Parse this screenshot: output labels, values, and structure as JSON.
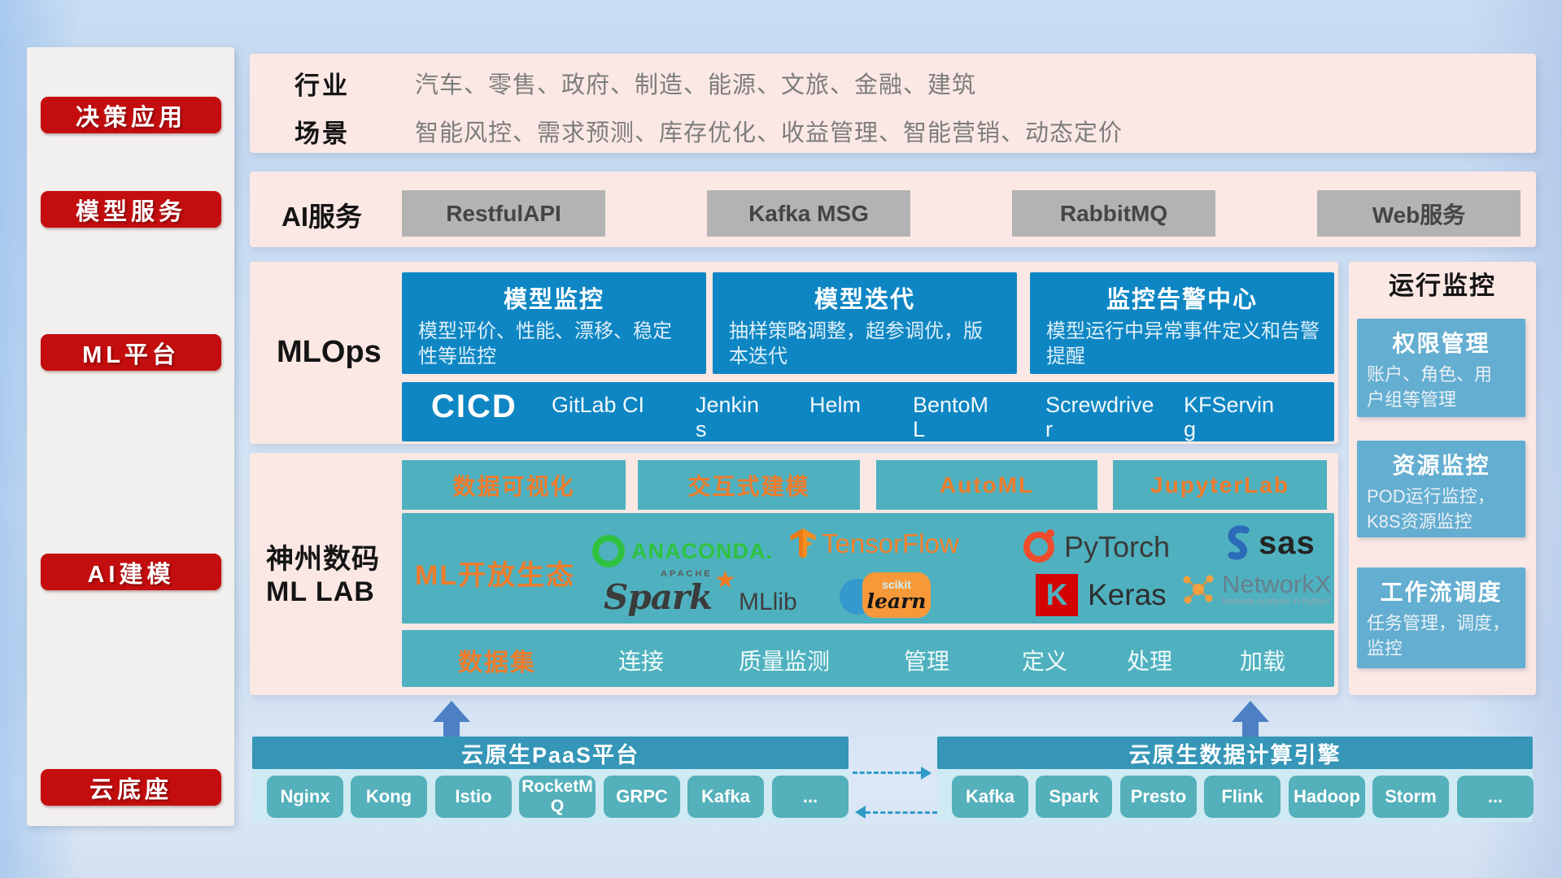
{
  "sidebar": {
    "items": [
      "决策应用",
      "模型服务",
      "ML平台",
      "AI建模",
      "云底座"
    ]
  },
  "rows": {
    "industry": {
      "label": "行业",
      "value": "汽车、零售、政府、制造、能源、文旅、金融、建筑"
    },
    "scenario": {
      "label": "场景",
      "value": "智能风控、需求预测、库存优化、收益管理、智能营销、动态定价"
    },
    "ai_service": {
      "label": "AI服务",
      "buttons": [
        "RestfulAPI",
        "Kafka MSG",
        "RabbitMQ",
        "Web服务"
      ]
    }
  },
  "mlops": {
    "label": "MLOps",
    "boxes": [
      {
        "title": "模型监控",
        "desc": "模型评价、性能、漂移、稳定\n性等监控"
      },
      {
        "title": "模型迭代",
        "desc": "抽样策略调整，超参调优，版\n本迭代"
      },
      {
        "title": "监控告警中心",
        "desc": "模型运行中异常事件定义和告警\n提醒"
      }
    ],
    "cicd": {
      "label": "CICD",
      "items": [
        "GitLab CI",
        "Jenkins",
        "Helm",
        "BentoML",
        "Screwdriver",
        "KFServing"
      ]
    }
  },
  "mllab": {
    "label": "神州数码\nML LAB",
    "top_boxes": [
      "数据可视化",
      "交互式建模",
      "AutoML",
      "JupyterLab"
    ],
    "ecosystem": {
      "label": "ML开放生态",
      "logos": {
        "anaconda": {
          "text": "ANACONDA."
        },
        "tensorflow": {
          "text": "TensorFlow"
        },
        "pytorch": {
          "text": "PyTorch"
        },
        "sas": {
          "text": "sas"
        },
        "spark": {
          "apache": "APACHE",
          "text": "Spark",
          "mllib": "MLlib"
        },
        "scikit_learn": {
          "top": "scikit",
          "bottom": "learn"
        },
        "keras": {
          "letter": "K",
          "text": "Keras"
        },
        "networkx": {
          "text": "NetworkX",
          "subtitle": "Network Analysis in Python"
        }
      }
    },
    "dataset": {
      "label": "数据集",
      "items": [
        "连接",
        "质量监测",
        "管理",
        "定义",
        "处理",
        "加载"
      ]
    }
  },
  "monitoring": {
    "title": "运行监控",
    "boxes": [
      {
        "title": "权限管理",
        "desc": "账户、角色、用\n户组等管理"
      },
      {
        "title": "资源监控",
        "desc": "POD运行监控，\nK8S资源监控"
      },
      {
        "title": "工作流调度",
        "desc": "任务管理，调度，\n监控"
      }
    ]
  },
  "bottom": {
    "paas": {
      "title": "云原生PaaS平台",
      "buttons": [
        "Nginx",
        "Kong",
        "Istio",
        "RocketMQ",
        "GRPC",
        "Kafka",
        "..."
      ]
    },
    "engine": {
      "title": "云原生数据计算引擎",
      "buttons": [
        "Kafka",
        "Spark",
        "Presto",
        "Flink",
        "Hadoop",
        "Storm",
        "..."
      ]
    }
  },
  "colors": {
    "accent_red": "#c30d0e",
    "panel_pink": "#fbe8e4",
    "primary_blue": "#0e86c3",
    "teal": "#4fb1bf",
    "light_blue_box": "#63aed1",
    "orange": "#ef7d2e",
    "bar_teal": "#3596b7",
    "button_teal": "#54b0ba",
    "arrow_blue": "#4d7fc4"
  }
}
